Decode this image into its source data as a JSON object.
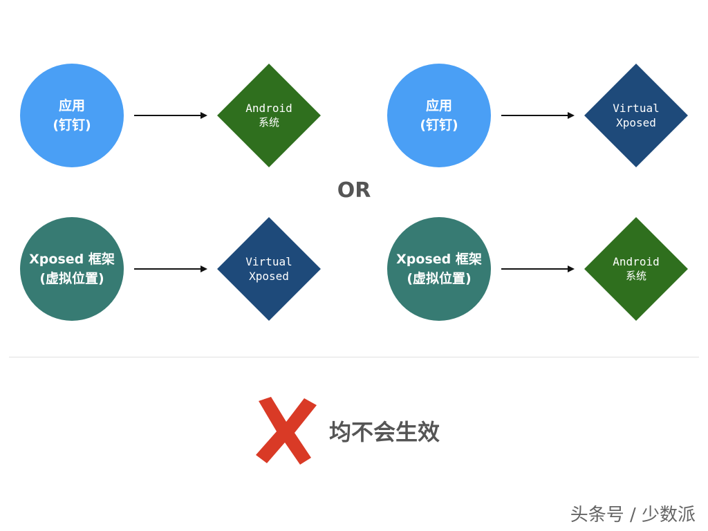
{
  "colors": {
    "blue_circle": "#4a9ff5",
    "teal_circle": "#377b73",
    "green_diamond": "#2f6f1e",
    "navy_diamond": "#1e4a7a",
    "cross_red": "#d93a26",
    "text_gray": "#555555"
  },
  "diagram": {
    "row1_left": {
      "circle_line1": "应用",
      "circle_line2": "(钉钉)",
      "diamond_line1": "Android",
      "diamond_line2": "系统"
    },
    "row1_right": {
      "circle_line1": "应用",
      "circle_line2": "(钉钉)",
      "diamond_line1": "Virtual",
      "diamond_line2": "Xposed"
    },
    "or_label": "OR",
    "row2_left": {
      "circle_line1": "Xposed 框架",
      "circle_line2": "(虚拟位置)",
      "diamond_line1": "Virtual",
      "diamond_line2": "Xposed"
    },
    "row2_right": {
      "circle_line1": "Xposed 框架",
      "circle_line2": "(虚拟位置)",
      "diamond_line1": "Android",
      "diamond_line2": "系统"
    }
  },
  "result": {
    "icon": "cross-mark-icon",
    "text": "均不会生效"
  },
  "watermark": "头条号 / 少数派"
}
